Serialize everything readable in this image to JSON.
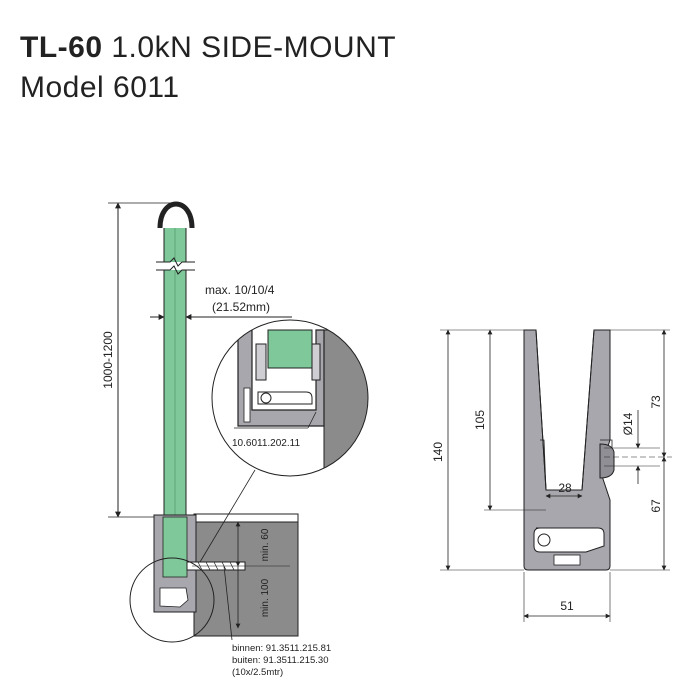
{
  "title": {
    "model_code": "TL-60",
    "description": "1.0kN SIDE-MOUNT",
    "model_line": "Model 6011"
  },
  "left_drawing": {
    "height_range": "1000-1200",
    "glass_max": "max. 10/10/4",
    "glass_max_mm": "(21.52mm)",
    "part_number": "10.6011.202.11",
    "min_60": "min. 60",
    "min_100": "min. 100",
    "anchor_inner": "binnen: 91.3511.215.81",
    "anchor_outer": "buiten: 91.3511.215.30",
    "anchor_pack": "(10x/2.5mtr)"
  },
  "right_drawing": {
    "dim_total_height": "140",
    "dim_channel_depth": "105",
    "dim_hole_diameter": "Ø14",
    "dim_upper_offset": "73",
    "dim_lower_offset": "67",
    "dim_channel_width": "28",
    "dim_base_width": "51"
  },
  "colors": {
    "glass": "#7fc89a",
    "profile": "#a7a7ad",
    "wall": "#8b8b8b",
    "line": "#222222"
  }
}
